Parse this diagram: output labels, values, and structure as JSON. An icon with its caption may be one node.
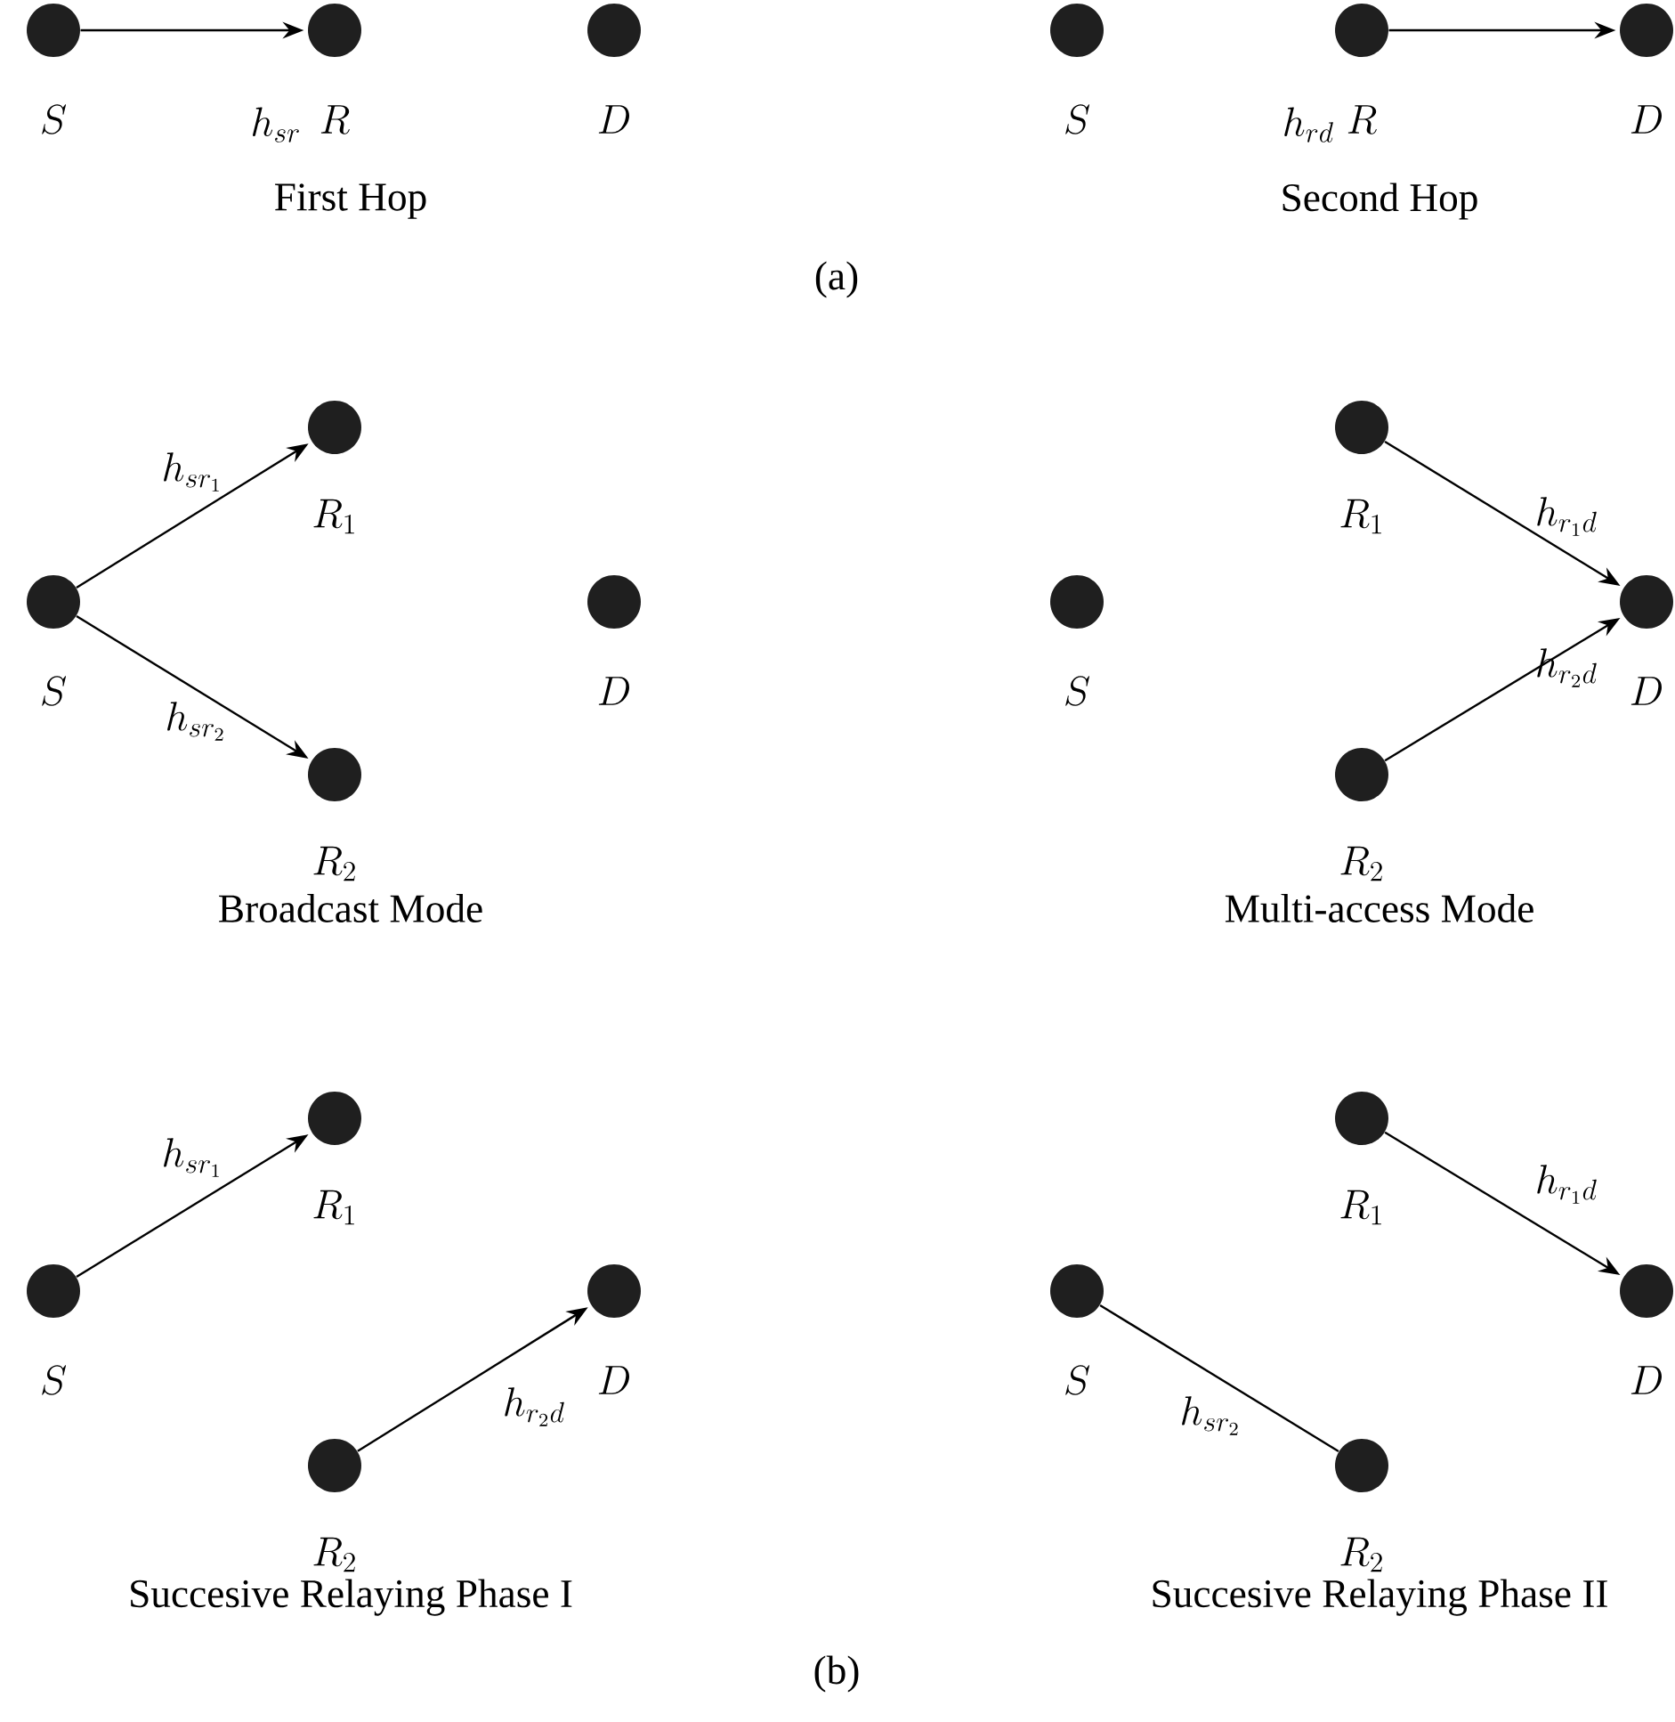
{
  "diagram": {
    "nodes": [
      {
        "text": [],
        "shape": "circle",
        "beside": [
          "S"
        ]
      },
      {
        "text": [],
        "shape": "circle",
        "beside": [
          "R"
        ]
      },
      {
        "text": [],
        "shape": "circle",
        "beside": [
          "D"
        ]
      },
      {
        "text": [],
        "shape": "circle",
        "beside": [
          "S"
        ]
      },
      {
        "text": [],
        "shape": "circle",
        "beside": [
          "R"
        ]
      },
      {
        "text": [],
        "shape": "circle",
        "beside": [
          "D"
        ]
      },
      {
        "text": [],
        "shape": "circle",
        "beside": [
          "R_1"
        ]
      },
      {
        "text": [],
        "shape": "circle",
        "beside": [
          "S"
        ]
      },
      {
        "text": [],
        "shape": "circle",
        "beside": [
          "D"
        ]
      },
      {
        "text": [],
        "shape": "circle",
        "beside": [
          "R_2"
        ]
      },
      {
        "text": [],
        "shape": "circle",
        "beside": [
          "R_1"
        ]
      },
      {
        "text": [],
        "shape": "circle",
        "beside": [
          "S"
        ]
      },
      {
        "text": [],
        "shape": "circle",
        "beside": [
          "D"
        ]
      },
      {
        "text": [],
        "shape": "circle",
        "beside": [
          "R_2"
        ]
      },
      {
        "text": [],
        "shape": "circle",
        "beside": [
          "R_1"
        ]
      },
      {
        "text": [],
        "shape": "circle",
        "beside": [
          "S"
        ]
      },
      {
        "text": [],
        "shape": "circle",
        "beside": [
          "D"
        ]
      },
      {
        "text": [],
        "shape": "circle",
        "beside": [
          "R_2"
        ]
      },
      {
        "text": [],
        "shape": "circle",
        "beside": [
          "R_1"
        ]
      },
      {
        "text": [],
        "shape": "circle",
        "beside": [
          "S"
        ]
      },
      {
        "text": [],
        "shape": "circle",
        "beside": [
          "D"
        ]
      },
      {
        "text": [],
        "shape": "circle",
        "beside": [
          "R_2"
        ]
      }
    ],
    "edges": [
      {
        "from": 0,
        "to": 1,
        "arrow": "to",
        "label": "h_{sr}"
      },
      {
        "from": 4,
        "to": 5,
        "arrow": "to",
        "label": "h_{rd}"
      },
      {
        "from": 7,
        "to": 6,
        "arrow": "to",
        "label": "h_{sr_1}"
      },
      {
        "from": 7,
        "to": 9,
        "arrow": "to",
        "label": "h_{sr_2}"
      },
      {
        "from": 10,
        "to": 12,
        "arrow": "to",
        "label": "h_{r_1d}"
      },
      {
        "from": 13,
        "to": 12,
        "arrow": "to",
        "label": "h_{r_2d}"
      },
      {
        "from": 15,
        "to": 14,
        "arrow": "to",
        "label": "h_{sr_1}"
      },
      {
        "from": 17,
        "to": 16,
        "arrow": "to",
        "label": "h_{r_2d}"
      },
      {
        "from": 18,
        "to": 20,
        "arrow": "to",
        "label": "h_{r_1d}"
      },
      {
        "from": 19,
        "to": 21,
        "arrow": "none",
        "label": "h_{sr_2}"
      }
    ],
    "labels": [
      "First Hop",
      "Second Hop",
      "(a)",
      "Broadcast Mode",
      "Multi-access Mode",
      "Succesive Relaying Phase I",
      "Succesive Relaying Phase II",
      "(b)"
    ]
  }
}
